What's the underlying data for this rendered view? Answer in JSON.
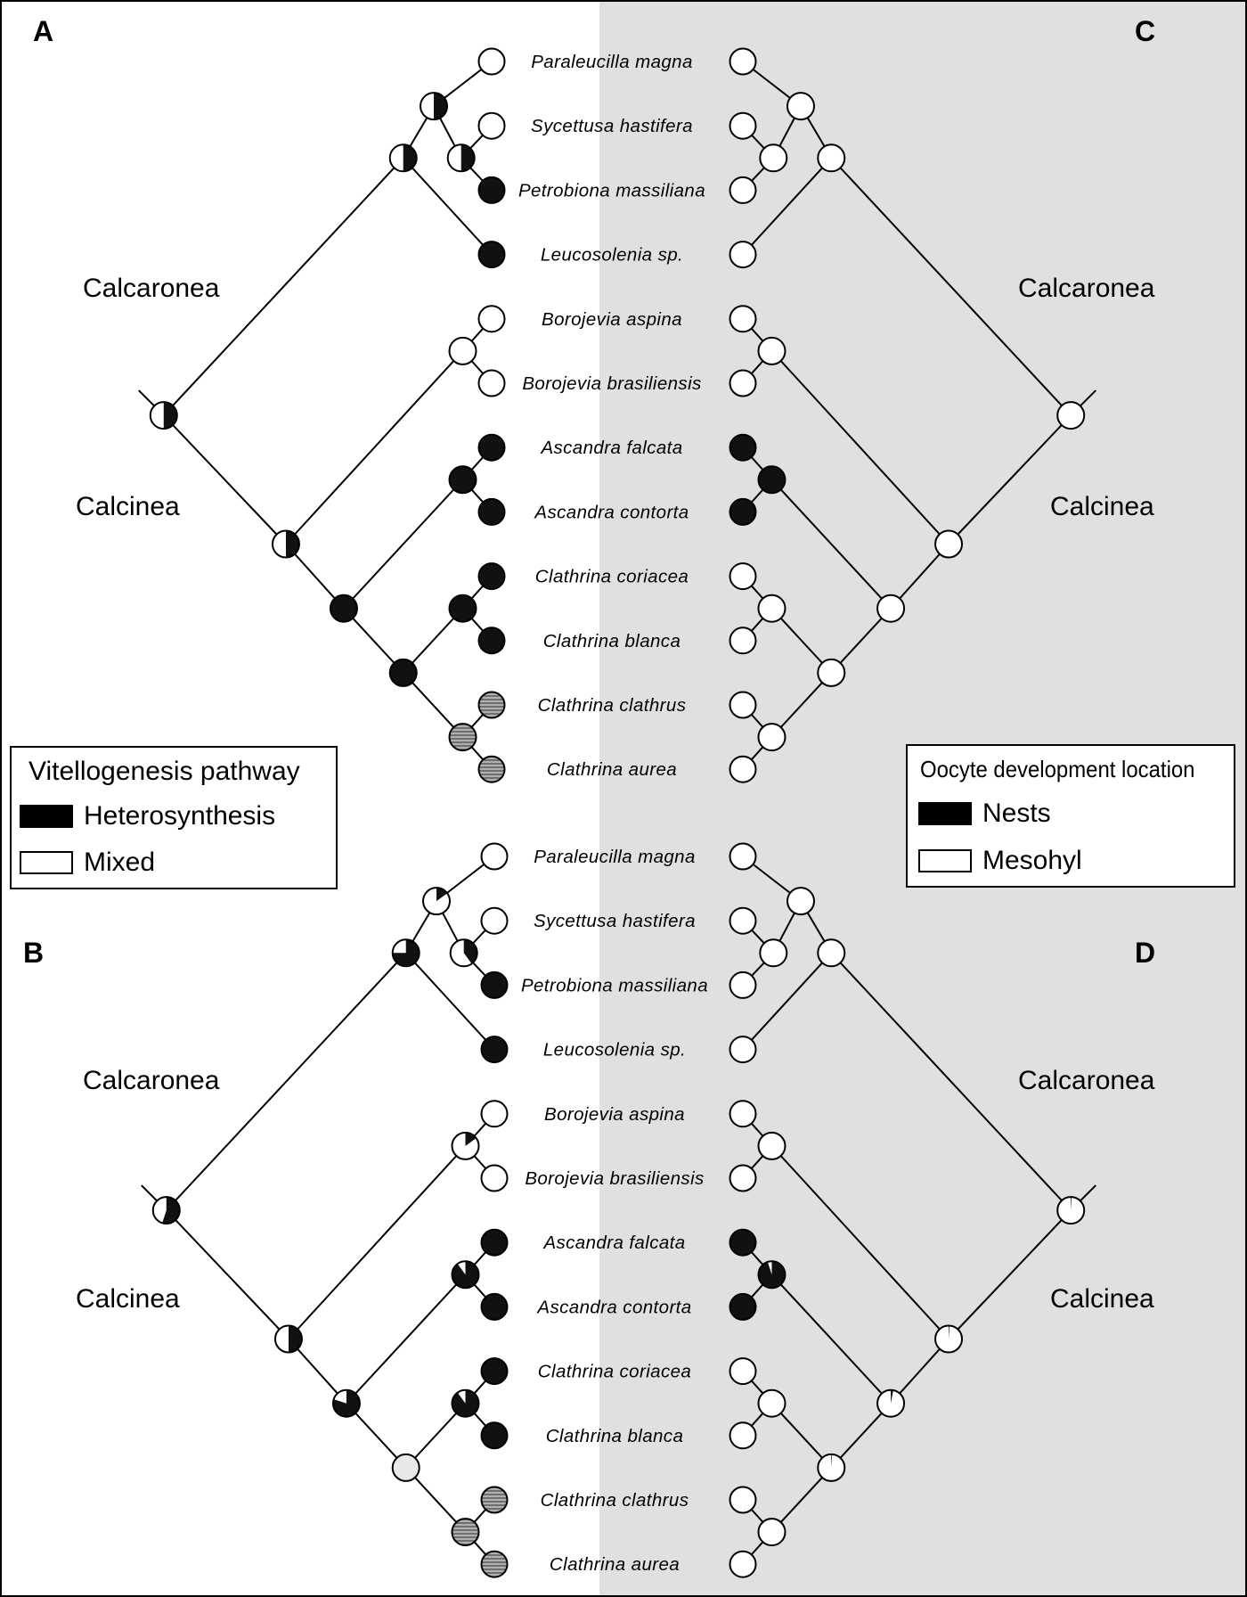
{
  "panel_labels": {
    "a": "A",
    "b": "B",
    "c": "C",
    "d": "D"
  },
  "clade_labels": {
    "calcaronea": "Calcaronea",
    "calcinea": "Calcinea"
  },
  "species": [
    "Paraleucilla magna",
    "Sycettusa hastifera",
    "Petrobiona massiliana",
    "Leucosolenia sp.",
    "Borojevia aspina",
    "Borojevia brasiliensis",
    "Ascandra falcata",
    "Ascandra contorta",
    "Clathrina coriacea",
    "Clathrina blanca",
    "Clathrina clathrus",
    "Clathrina aurea"
  ],
  "legend_left": {
    "title": "Vitellogenesis pathway",
    "items": [
      {
        "label": "Heterosynthesis",
        "color": "#000000"
      },
      {
        "label": "Mixed",
        "color": "#ffffff"
      }
    ]
  },
  "legend_right": {
    "title": "Oocyte development location",
    "items": [
      {
        "label": "Nests",
        "color": "#000000"
      },
      {
        "label": "Mesohyl",
        "color": "#ffffff"
      }
    ]
  },
  "colors": {
    "background_right": "#e0e0e0",
    "black_state": "#111111",
    "white_state": "#ffffff",
    "unknown_grey": "#e8e8e8",
    "hatched_grey": "#a0a0a0",
    "line": "#000000"
  },
  "tip_states": {
    "vitellogenesis": [
      "mixed",
      "mixed",
      "heterosynthesis",
      "heterosynthesis",
      "mixed",
      "mixed",
      "heterosynthesis",
      "heterosynthesis",
      "heterosynthesis",
      "heterosynthesis",
      "unknown",
      "unknown"
    ],
    "oocyte_location": [
      "mesohyl",
      "mesohyl",
      "mesohyl",
      "mesohyl",
      "mesohyl",
      "mesohyl",
      "nests",
      "nests",
      "mesohyl",
      "mesohyl",
      "mesohyl",
      "mesohyl"
    ]
  },
  "node_states": {
    "A": {
      "root": 0.5,
      "calcaronea": 0.5,
      "leucettid": 0.5,
      "sycettusa_petrobiona": 0.5,
      "calcinea": 0.5,
      "calcinea_inner": 1,
      "clathrina_ac": 1,
      "ascandra": 1,
      "borojevia": 0,
      "clathrina_cb": 1,
      "clathrina_ca": "unknown"
    },
    "B": {
      "root": 0.55,
      "calcaronea": 0.75,
      "leucettid": 0.15,
      "sycettusa_petrobiona": 0.4,
      "calcinea": 0.5,
      "calcinea_inner": 0.8,
      "clathrina_ac": "empty",
      "ascandra": 0.9,
      "borojevia": 0.15,
      "clathrina_cb": 0.9,
      "clathrina_ca": "unknown"
    },
    "C": {
      "root": 0,
      "calcaronea": 0,
      "leucettid": 0,
      "sycettusa_petrobiona": 0,
      "calcinea": 0,
      "calcinea_inner": 0,
      "clathrina_ac": 0,
      "ascandra": 1,
      "borojevia": 0,
      "clathrina_cb": 0,
      "clathrina_ca": 0
    },
    "D": {
      "root": 0.01,
      "calcaronea": 0,
      "leucettid": 0,
      "sycettusa_petrobiona": 0,
      "calcinea": 0.01,
      "calcinea_inner": 0.03,
      "clathrina_ac": 0.01,
      "ascandra": 0.95,
      "borojevia": 0,
      "clathrina_cb": 0,
      "clathrina_ca": 0
    }
  }
}
